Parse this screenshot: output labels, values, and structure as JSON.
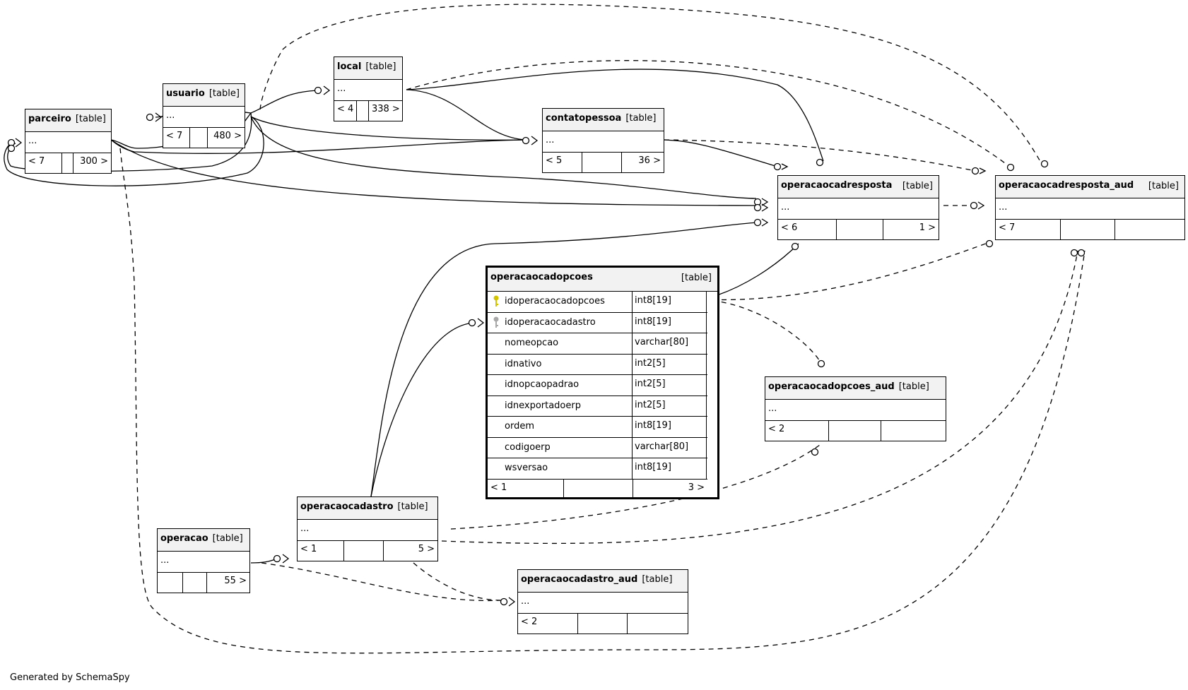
{
  "diagram": {
    "credit": "Generated by SchemaSpy",
    "ellipsis": "...",
    "tables": {
      "parceiro": {
        "name": "parceiro",
        "type": "[table]",
        "foot": [
          "< 7",
          "",
          "300 >"
        ]
      },
      "usuario": {
        "name": "usuario",
        "type": "[table]",
        "foot": [
          "< 7",
          "",
          "480 >"
        ]
      },
      "local": {
        "name": "local",
        "type": "[table]",
        "foot": [
          "< 4",
          "",
          "338 >"
        ]
      },
      "contatopessoa": {
        "name": "contatopessoa",
        "type": "[table]",
        "foot": [
          "< 5",
          "",
          "36 >"
        ]
      },
      "operacaocadresposta": {
        "name": "operacaocadresposta",
        "type": "[table]",
        "foot": [
          "< 6",
          "",
          "1 >"
        ]
      },
      "operacaocadresposta_aud": {
        "name": "operacaocadresposta_aud",
        "type": "[table]",
        "foot": [
          "< 7",
          "",
          ""
        ]
      },
      "operacaocadopcoes": {
        "name": "operacaocadopcoes",
        "type": "[table]",
        "foot": [
          "< 1",
          "",
          "3 >"
        ]
      },
      "operacaocadopcoes_aud": {
        "name": "operacaocadopcoes_aud",
        "type": "[table]",
        "foot": [
          "< 2",
          "",
          ""
        ]
      },
      "operacaocadastro": {
        "name": "operacaocadastro",
        "type": "[table]",
        "foot": [
          "< 1",
          "",
          "5 >"
        ]
      },
      "operacao": {
        "name": "operacao",
        "type": "[table]",
        "foot": [
          "",
          "",
          "55 >"
        ]
      },
      "operacaocadastro_aud": {
        "name": "operacaocadastro_aud",
        "type": "[table]",
        "foot": [
          "< 2",
          "",
          ""
        ]
      }
    },
    "focus_columns": [
      {
        "name": "idoperacaocadopcoes",
        "type": "int8[19]",
        "key": "primary"
      },
      {
        "name": "idoperacaocadastro",
        "type": "int8[19]",
        "key": "foreign"
      },
      {
        "name": "nomeopcao",
        "type": "varchar[80]",
        "key": ""
      },
      {
        "name": "idnativo",
        "type": "int2[5]",
        "key": ""
      },
      {
        "name": "idnopcaopadrao",
        "type": "int2[5]",
        "key": ""
      },
      {
        "name": "idnexportadoerp",
        "type": "int2[5]",
        "key": ""
      },
      {
        "name": "ordem",
        "type": "int8[19]",
        "key": ""
      },
      {
        "name": "codigoerp",
        "type": "varchar[80]",
        "key": ""
      },
      {
        "name": "wsversao",
        "type": "int8[19]",
        "key": ""
      }
    ],
    "colors": {
      "line": "#000000",
      "header_bg": "#f2f2f2",
      "primary_key": "#d4c400",
      "foreign_key": "#a8a8a8"
    },
    "icons": {
      "primary_key": "key-icon",
      "foreign_key": "key-icon"
    }
  }
}
